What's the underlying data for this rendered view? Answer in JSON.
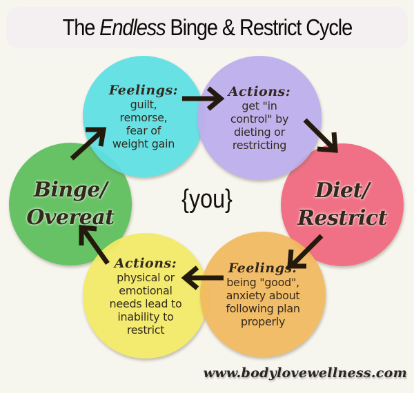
{
  "title": {
    "prefix": "The ",
    "emphasis": "Endless",
    "suffix": " Binge & Restrict Cycle"
  },
  "center_label": "{you}",
  "nodes": [
    {
      "id": "feelings-guilt",
      "color": "#5ee0e5",
      "heading": "Feelings:",
      "text": "guilt,\nremorse,\nfear of\nweight gain"
    },
    {
      "id": "actions-control",
      "color": "#bcaeec",
      "heading": "Actions:",
      "text": "get \"in\ncontrol\" by\ndieting  or\nrestricting"
    },
    {
      "id": "diet-restrict",
      "color": "#f0687e",
      "label_line1": "Diet/",
      "label_line2": "Restrict"
    },
    {
      "id": "feelings-good",
      "color": "#f2b95f",
      "heading": "Feelings:",
      "text": "being \"good\",\nanxiety about\nfollowing plan\nproperly"
    },
    {
      "id": "actions-needs",
      "color": "#f3eb66",
      "heading": "Actions:",
      "text": "physical or\nemotional\nneeds lead to\ninability to\nrestrict"
    },
    {
      "id": "binge-overeat",
      "color": "#5cbf5a",
      "label_line1": "Binge/",
      "label_line2": "Overeat"
    }
  ],
  "arrows": [
    {
      "from": "feelings-guilt",
      "to": "actions-control",
      "direction": "right"
    },
    {
      "from": "actions-control",
      "to": "diet-restrict",
      "direction": "down-right"
    },
    {
      "from": "diet-restrict",
      "to": "feelings-good",
      "direction": "down-left"
    },
    {
      "from": "feelings-good",
      "to": "actions-needs",
      "direction": "left"
    },
    {
      "from": "actions-needs",
      "to": "binge-overeat",
      "direction": "up-left"
    },
    {
      "from": "binge-overeat",
      "to": "feelings-guilt",
      "direction": "up-right"
    }
  ],
  "footer": "www.bodylovewellness.com"
}
